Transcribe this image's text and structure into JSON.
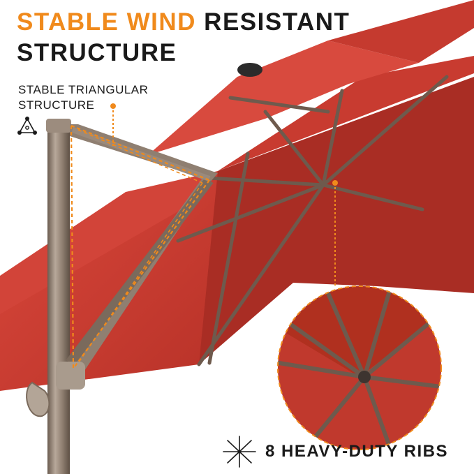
{
  "headline": {
    "accent_text": "STABLE WIND",
    "rest_text": " RESISTANT",
    "line2": "STRUCTURE"
  },
  "callout_triangular": {
    "line1": "STABLE TRIANGULAR",
    "line2": "STRUCTURE",
    "icon": "triangle-nodes-icon"
  },
  "callout_ribs": {
    "label": "8 HEAVY-DUTY RIBS",
    "icon": "ribs-star-icon"
  },
  "colors": {
    "accent": "#f08a1c",
    "canopy": "#c0382f",
    "frame": "#7d6b5c",
    "text": "#1a1a1a"
  }
}
